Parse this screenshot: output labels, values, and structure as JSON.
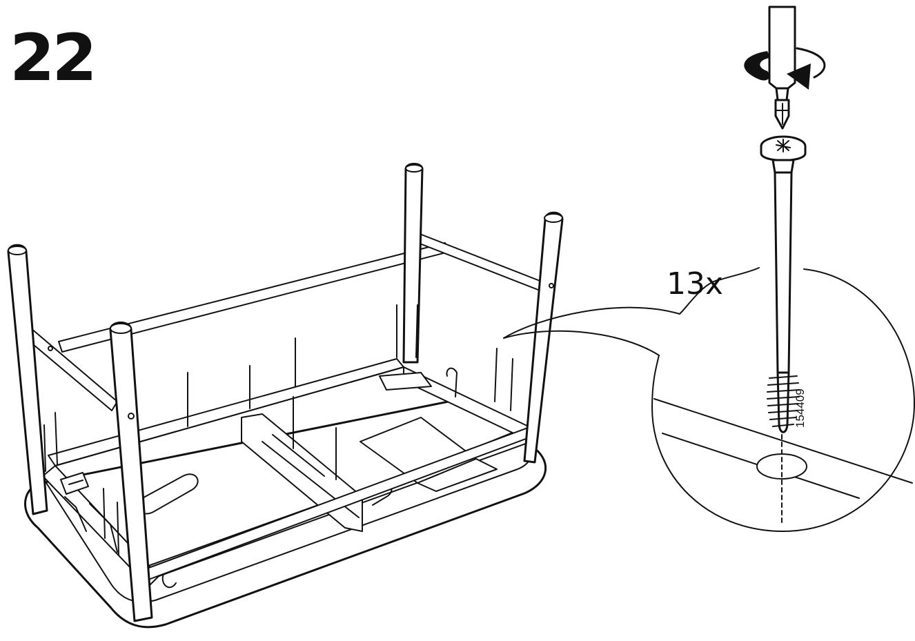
{
  "step": {
    "number": "22"
  },
  "screw": {
    "quantity_label": "13x",
    "part_number": "154409"
  },
  "tool": {
    "name": "screwdriver-icon",
    "action": "rotate-clockwise-icon"
  }
}
